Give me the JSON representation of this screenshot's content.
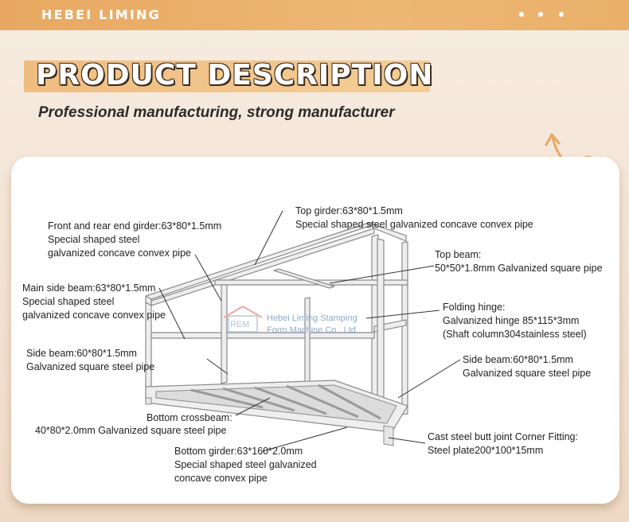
{
  "header": {
    "brand": "HEBEI LIMING"
  },
  "title": "PRODUCT DESCRIPTION",
  "subtitle": "Professional manufacturing, strong manufacturer",
  "watermark": {
    "line1": "Hebei Liming Stamping",
    "line2": "Form Machine Co., Ltd"
  },
  "labels": {
    "top_girder": {
      "l1": "Top girder:63*80*1.5mm",
      "l2": "Special shaped steel galvanized concave convex pipe"
    },
    "front_rear": {
      "l1": "Front and rear end girder:63*80*1.5mm",
      "l2": "Special shaped steel",
      "l3": "galvanized concave convex pipe"
    },
    "top_beam": {
      "l1": "Top beam:",
      "l2": "50*50*1.8mm Galvanized square pipe"
    },
    "main_side": {
      "l1": "Main side beam:63*80*1.5mm",
      "l2": "Special shaped steel",
      "l3": "galvanized concave convex pipe"
    },
    "folding_hinge": {
      "l1": "Folding hinge:",
      "l2": "Galvanized hinge 85*115*3mm",
      "l3": "(Shaft column304stainless steel)"
    },
    "side_beam_left": {
      "l1": "Side beam:60*80*1.5mm",
      "l2": "Galvanized square steel pipe"
    },
    "side_beam_right": {
      "l1": "Side beam:60*80*1.5mm",
      "l2": "Galvanized square steel pipe"
    },
    "bottom_crossbeam": {
      "l1": "Bottom crossbeam:",
      "l2": "40*80*2.0mm Galvanized square steel pipe"
    },
    "corner_fitting": {
      "l1": "Cast steel butt joint Corner Fitting:",
      "l2": "Steel plate200*100*15mm"
    },
    "bottom_girder": {
      "l1": "Bottom girder:63*160*2.0mm",
      "l2": "Special shaped steel galvanized",
      "l3": "concave convex pipe"
    }
  },
  "colors": {
    "accent": "#e8a861",
    "frame": "#ededed",
    "frame_edge": "#9a9a9a"
  }
}
